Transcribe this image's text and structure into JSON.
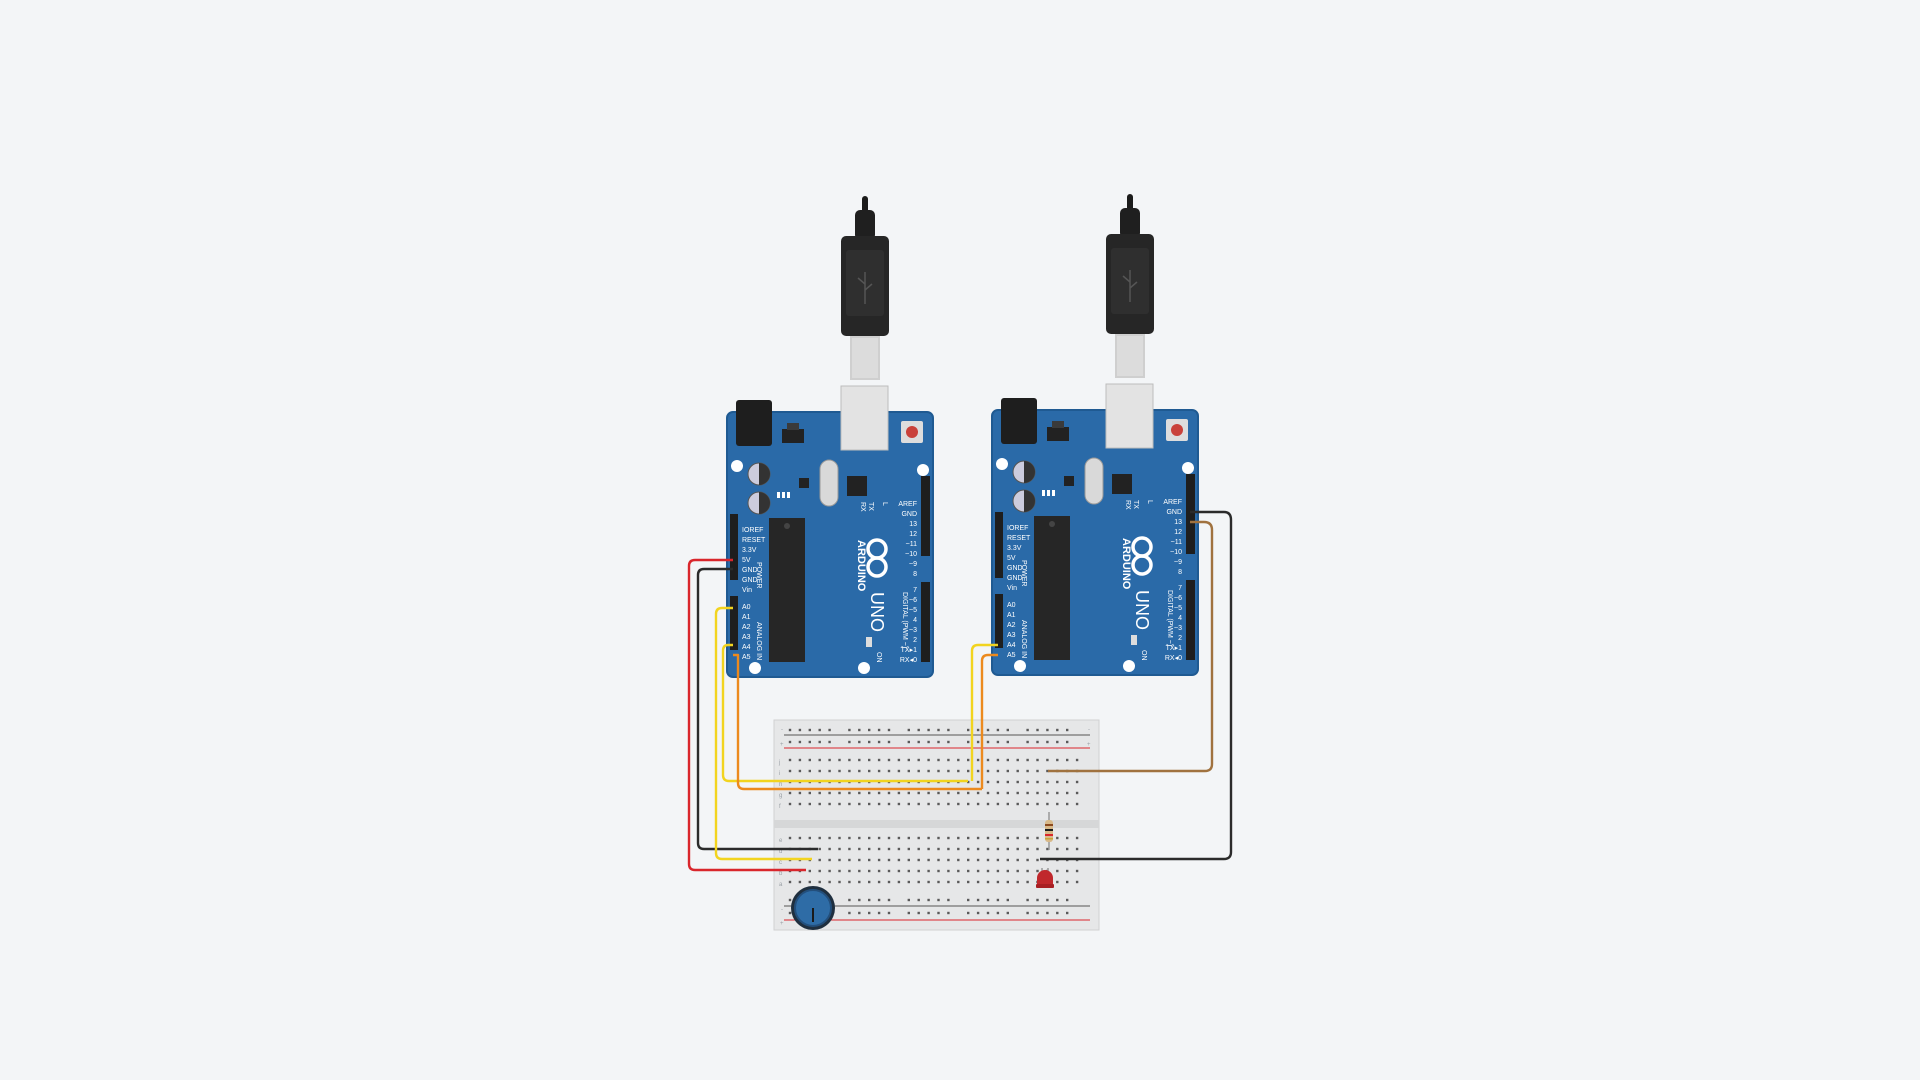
{
  "canvas": {
    "background": "#f3f5f7"
  },
  "colors": {
    "board": "#2a6aa8",
    "board_edge": "#1f5a92",
    "breadboard": "#e4e5e6",
    "wire_red": "#d9262c",
    "wire_black": "#2b2b2b",
    "wire_yellow": "#f2d41f",
    "wire_orange": "#ec8a1e",
    "wire_brown": "#a0723f",
    "pot_blue": "#2e6ca6",
    "led_red": "#c0282c"
  },
  "boards": [
    {
      "brand": "ARDUINO",
      "model": "UNO",
      "power_header": "POWER",
      "analog_header": "ANALOG IN",
      "digital_header": "DIGITAL (PWM ~)",
      "on_label": "ON",
      "tx_label": "TX",
      "rx_label": "RX",
      "l_label": "L",
      "power_pins": [
        "IOREF",
        "RESET",
        "3.3V",
        "5V",
        "GND",
        "GND",
        "Vin"
      ],
      "analog_pins": [
        "A0",
        "A1",
        "A2",
        "A3",
        "A4",
        "A5"
      ],
      "digital_top_pins": [
        "AREF",
        "GND",
        "13",
        "12",
        "~11",
        "~10",
        "~9",
        "8"
      ],
      "digital_bottom_pins": [
        "7",
        "~6",
        "~5",
        "4",
        "~3",
        "2",
        "TX▸1",
        "RX◂0"
      ]
    },
    {
      "brand": "ARDUINO",
      "model": "UNO",
      "power_header": "POWER",
      "analog_header": "ANALOG IN",
      "digital_header": "DIGITAL (PWM ~)",
      "on_label": "ON",
      "tx_label": "TX",
      "rx_label": "RX",
      "l_label": "L",
      "power_pins": [
        "IOREF",
        "RESET",
        "3.3V",
        "5V",
        "GND",
        "GND",
        "Vin"
      ],
      "analog_pins": [
        "A0",
        "A1",
        "A2",
        "A3",
        "A4",
        "A5"
      ],
      "digital_top_pins": [
        "AREF",
        "GND",
        "13",
        "12",
        "~11",
        "~10",
        "~9",
        "8"
      ],
      "digital_bottom_pins": [
        "7",
        "~6",
        "~5",
        "4",
        "~3",
        "2",
        "TX▸1",
        "RX◂0"
      ]
    }
  ],
  "breadboard": {
    "rail_minus": "-",
    "rail_plus": "+",
    "row_letters_top": [
      "j",
      "i",
      "h",
      "g",
      "f"
    ],
    "row_letters_bottom": [
      "e",
      "d",
      "c",
      "b",
      "a"
    ],
    "columns": 30
  },
  "components": {
    "potentiometer": "potentiometer",
    "resistor": "resistor",
    "led": "led"
  }
}
